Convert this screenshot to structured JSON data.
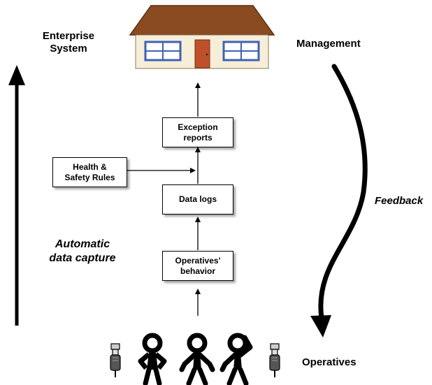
{
  "labels": {
    "enterprise_system": "Enterprise\nSystem",
    "management": "Management",
    "feedback": "Feedback",
    "automatic_data_capture": "Automatic\ndata capture",
    "operatives": "Operatives"
  },
  "boxes": {
    "exception_reports": "Exception\nreports",
    "health_safety_rules": "Health &\nSafety Rules",
    "data_logs": "Data logs",
    "operatives_behavior": "Operatives'\nbehavior"
  },
  "icons": [
    "house-icon",
    "person-icon",
    "handheld-device-icon"
  ],
  "colors": {
    "roof": "#8a4b20",
    "wall": "#f6eed8",
    "door": "#c0502a",
    "window": "#3f62b2"
  }
}
